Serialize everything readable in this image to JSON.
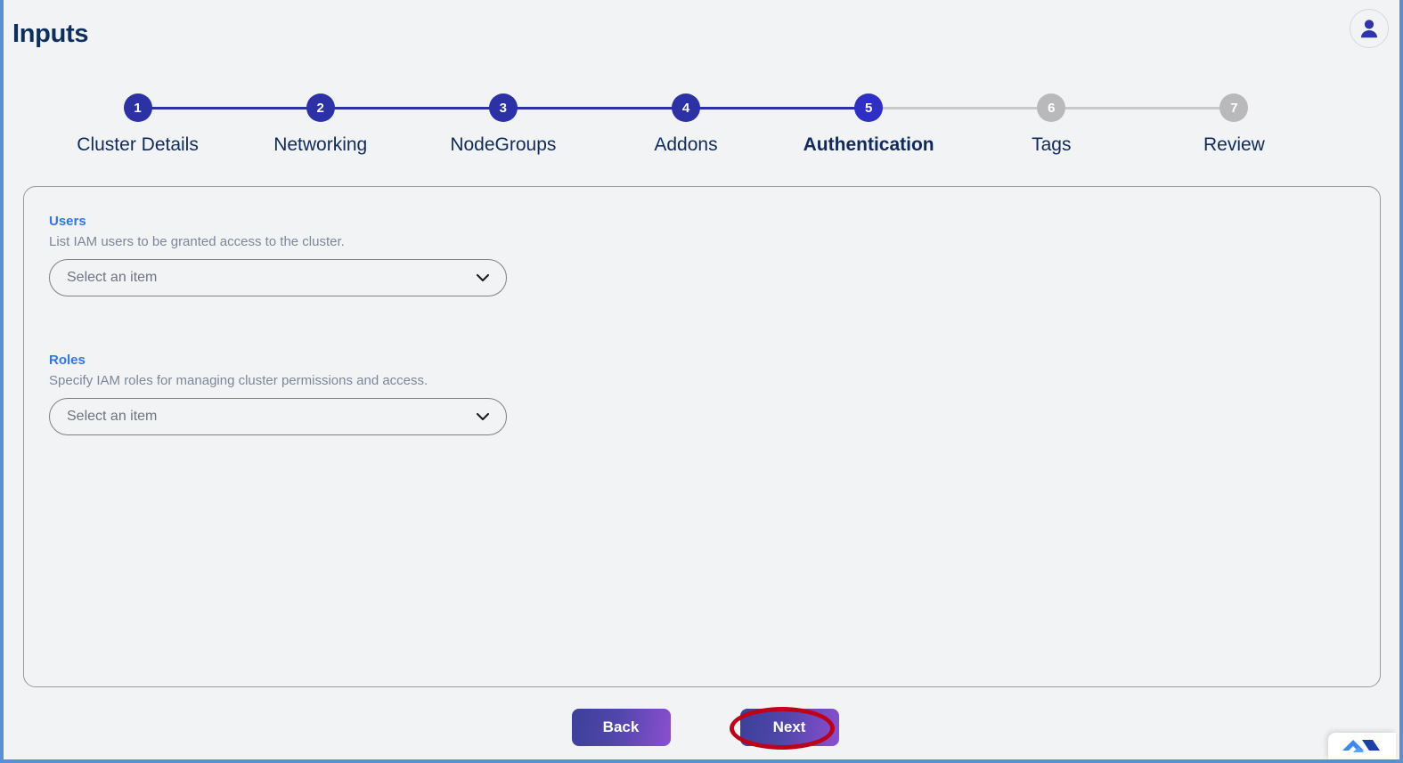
{
  "header": {
    "title": "Inputs",
    "avatar_icon": "user-avatar-icon"
  },
  "stepper": {
    "steps": [
      {
        "number": "1",
        "label": "Cluster Details",
        "state": "complete"
      },
      {
        "number": "2",
        "label": "Networking",
        "state": "complete"
      },
      {
        "number": "3",
        "label": "NodeGroups",
        "state": "complete"
      },
      {
        "number": "4",
        "label": "Addons",
        "state": "complete"
      },
      {
        "number": "5",
        "label": "Authentication",
        "state": "current"
      },
      {
        "number": "6",
        "label": "Tags",
        "state": "inactive"
      },
      {
        "number": "7",
        "label": "Review",
        "state": "inactive"
      }
    ]
  },
  "form": {
    "users": {
      "label": "Users",
      "help": "List IAM users to be granted access to the cluster.",
      "value": "Select an item",
      "chevron_icon": "chevron-down-icon"
    },
    "roles": {
      "label": "Roles",
      "help": "Specify IAM roles for managing cluster permissions and access.",
      "value": "Select an item",
      "chevron_icon": "chevron-down-icon"
    }
  },
  "footer": {
    "back_label": "Back",
    "next_label": "Next"
  },
  "colors": {
    "frame_blue": "#5b8ed4",
    "step_complete": "#2c31a6",
    "step_current": "#2d2fc6",
    "step_inactive": "#b9b9bb",
    "label_blue": "#2f76f0",
    "title_navy": "#0d2f5e",
    "help_gray": "#7b8799",
    "highlight_red": "#c00017",
    "button_gradient_start": "#3c4099",
    "button_gradient_end": "#8b4fd0"
  }
}
